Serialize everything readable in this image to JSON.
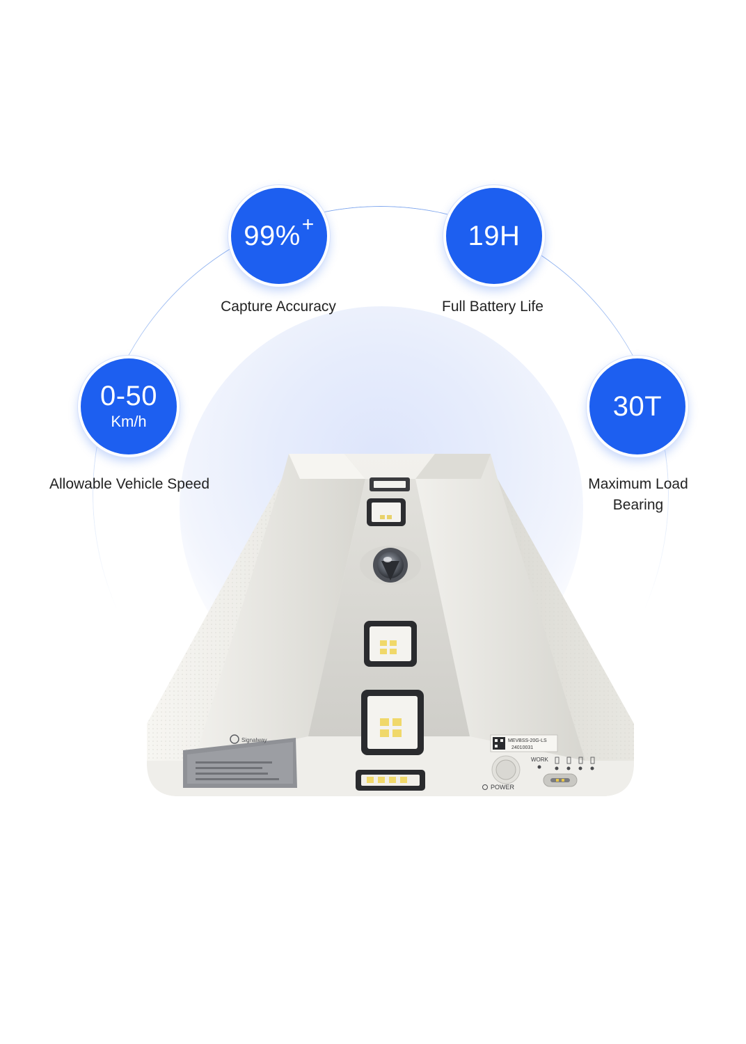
{
  "specs": [
    {
      "value": "0-50",
      "unit": "Km/h",
      "sup": "",
      "caption": "Allowable Vehicle Speed"
    },
    {
      "value": "99%",
      "unit": "",
      "sup": "+",
      "caption": "Capture Accuracy"
    },
    {
      "value": "19H",
      "unit": "",
      "sup": "",
      "caption": "Full Battery Life"
    },
    {
      "value": "30T",
      "unit": "",
      "sup": "",
      "caption": "Maximum Load Bearing"
    }
  ],
  "device": {
    "brand": "Signalway",
    "label_model": "MEVBSS-20G-LS",
    "label_serial": "24010031",
    "work_label": "WORK",
    "power_label": "POWER"
  },
  "colors": {
    "badge": "#1d5ff0",
    "device_body": "#ecebe6"
  }
}
